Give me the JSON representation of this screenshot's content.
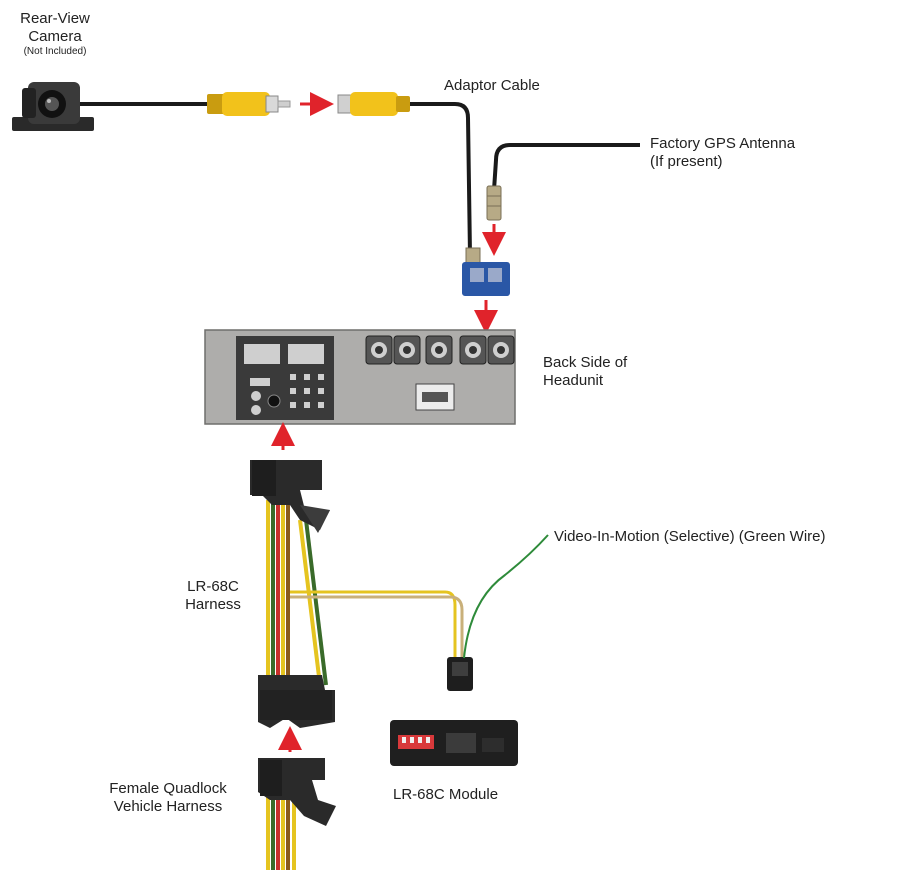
{
  "labels": {
    "camera_line1": "Rear-View",
    "camera_line2": "Camera",
    "camera_note": "(Not Included)",
    "adaptor_cable": "Adaptor Cable",
    "gps_line1": "Factory GPS Antenna",
    "gps_line2": "(If present)",
    "headunit_line1": "Back Side of",
    "headunit_line2": "Headunit",
    "vim": "Video-In-Motion (Selective) (Green Wire)",
    "harness_line1": "LR-68C",
    "harness_line2": "Harness",
    "vehicle_line1": "Female Quadlock",
    "vehicle_line2": "Vehicle Harness",
    "module": "LR-68C Module"
  },
  "colors": {
    "arrow": "#e0232b",
    "cable_black": "#1a1a1a",
    "rca_yellow": "#f2c21b",
    "headunit_gray": "#aeadab",
    "connector_blue": "#2a57a6",
    "wire_green": "#2e8b3a",
    "wire_red": "#c9302c",
    "wire_yellow": "#e5c420"
  }
}
